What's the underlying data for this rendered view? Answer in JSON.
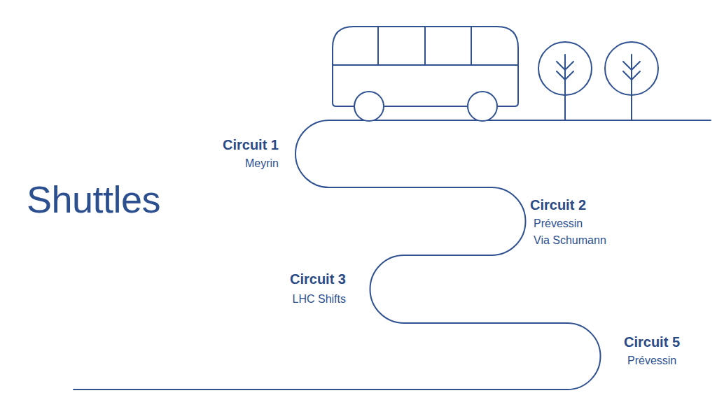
{
  "diagram": {
    "title": "Shuttles",
    "labels": [
      "Circuit 1",
      "Meyrin",
      "Circuit 2",
      "Prévessin",
      "Via Schumann",
      "Circuit 3",
      "LHC Shifts",
      "Circuit 5",
      "Prévessin"
    ]
  }
}
